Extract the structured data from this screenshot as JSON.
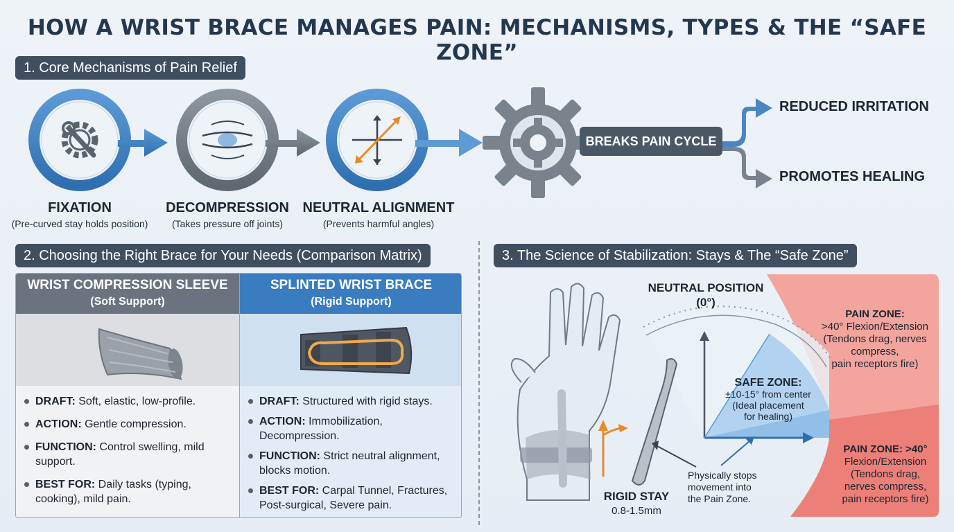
{
  "title": "HOW A WRIST BRACE MANAGES PAIN: MECHANISMS, TYPES & THE “SAFE ZONE”",
  "section1": {
    "heading": "1. Core Mechanisms of Pain Relief",
    "mechanisms": [
      {
        "name": "FIXATION",
        "sub": "(Pre-curved stay holds position)",
        "icon": "wrench-gear-icon"
      },
      {
        "name": "DECOMPRESSION",
        "sub": "(Takes pressure off joints)",
        "icon": "decompression-icon"
      },
      {
        "name": "NEUTRAL ALIGNMENT",
        "sub": "(Prevents harmful angles)",
        "icon": "alignment-icon"
      }
    ],
    "cycle": "BREAKS PAIN CYCLE",
    "outcomes": [
      "REDUCED IRRITATION",
      "PROMOTES HEALING"
    ]
  },
  "section2": {
    "heading": "2. Choosing the Right Brace for Your Needs (Comparison Matrix)",
    "columns": [
      {
        "title": "WRIST COMPRESSION SLEEVE",
        "subtitle": "(Soft Support)",
        "items": [
          {
            "label": "DRAFT:",
            "text": " Soft, elastic, low-profile."
          },
          {
            "label": "ACTION:",
            "text": " Gentle compression."
          },
          {
            "label": "FUNCTION:",
            "text": " Control swelling, mild support."
          },
          {
            "label": "BEST FOR:",
            "text": " Daily tasks (typing, cooking), mild pain."
          }
        ]
      },
      {
        "title": "SPLINTED WRIST BRACE",
        "subtitle": "(Rigid Support)",
        "items": [
          {
            "label": "DRAFT:",
            "text": " Structured with rigid stays."
          },
          {
            "label": "ACTION:",
            "text": " Immobilization, Decompression."
          },
          {
            "label": "FUNCTION:",
            "text": " Strict neutral alignment, blocks motion."
          },
          {
            "label": "BEST FOR:",
            "text": " Carpal Tunnel, Fractures, Post-surgical, Severe pain."
          }
        ]
      }
    ]
  },
  "section3": {
    "heading": "3. The Science of Stabilization: Stays & The “Safe Zone”",
    "neutral_title": "NEUTRAL POSITION",
    "neutral_value": "(0°)",
    "pain_zone_top": {
      "title": "PAIN ZONE:",
      "lines": [
        ">40° Flexion/Extension",
        "(Tendons drag, nerves",
        "compress,",
        "pain receptors fire)"
      ]
    },
    "safe_zone": {
      "title": "SAFE ZONE:",
      "lines": [
        "±10-15° from center",
        "(Ideal placement",
        "for healing)"
      ]
    },
    "pain_zone_bottom": {
      "title": "PAIN ZONE: >40°",
      "lines": [
        "Flexion/Extension",
        "(Tendons drag,",
        "nerves compress,",
        "pain receptors fire)"
      ]
    },
    "stay_title": "RIGID STAY",
    "stay_value": "0.8-1.5mm",
    "stops_lines": [
      "Physically stops",
      "movement into",
      "the Pain Zone."
    ]
  },
  "colors": {
    "blue": "#3a7cc0",
    "gray": "#6b747e",
    "dark": "#3f4f60",
    "orange": "#e8892a",
    "pain": "#ec8d86",
    "safe": "#a9cdee"
  }
}
